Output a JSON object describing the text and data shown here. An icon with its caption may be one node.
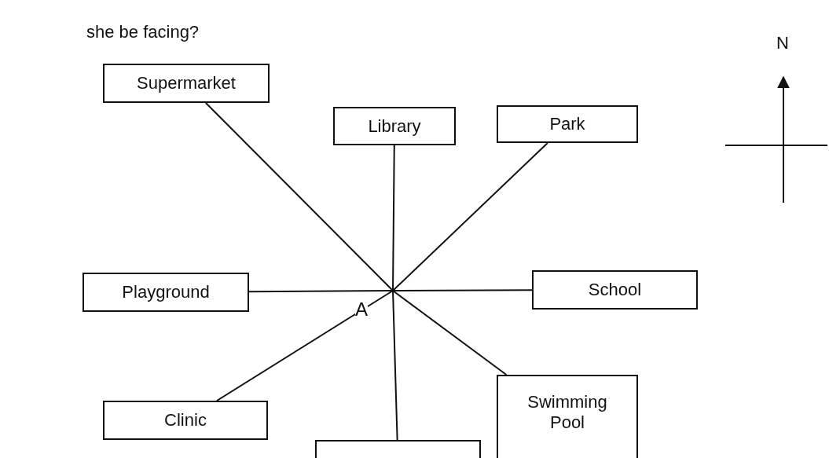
{
  "diagram": {
    "nodes": [
      {
        "text": [
          "Library"
        ]
      },
      {
        "text": [
          "Supermarket"
        ]
      },
      {
        "text": [
          "Park"
        ]
      },
      {
        "text": [
          "Playground"
        ]
      },
      {
        "text": [
          "A"
        ]
      },
      {
        "text": [
          "School"
        ]
      },
      {
        "text": [
          "Clinic"
        ]
      },
      {
        "text": [
          "Swimming Pool"
        ]
      },
      {
        "text": [],
        "shape": "box"
      }
    ],
    "edges": [
      {
        "from": 4,
        "to": 0,
        "arrow": "none"
      },
      {
        "from": 4,
        "to": 1,
        "arrow": "none"
      },
      {
        "from": 4,
        "to": 2,
        "arrow": "none"
      },
      {
        "from": 4,
        "to": 3,
        "arrow": "none"
      },
      {
        "from": 4,
        "to": 5,
        "arrow": "none"
      },
      {
        "from": 4,
        "to": 6,
        "arrow": "none"
      },
      {
        "from": 4,
        "to": 7,
        "arrow": "none"
      },
      {
        "from": 4,
        "to": 8,
        "arrow": "none"
      }
    ],
    "labels": [
      "she be facing?",
      "N"
    ]
  }
}
